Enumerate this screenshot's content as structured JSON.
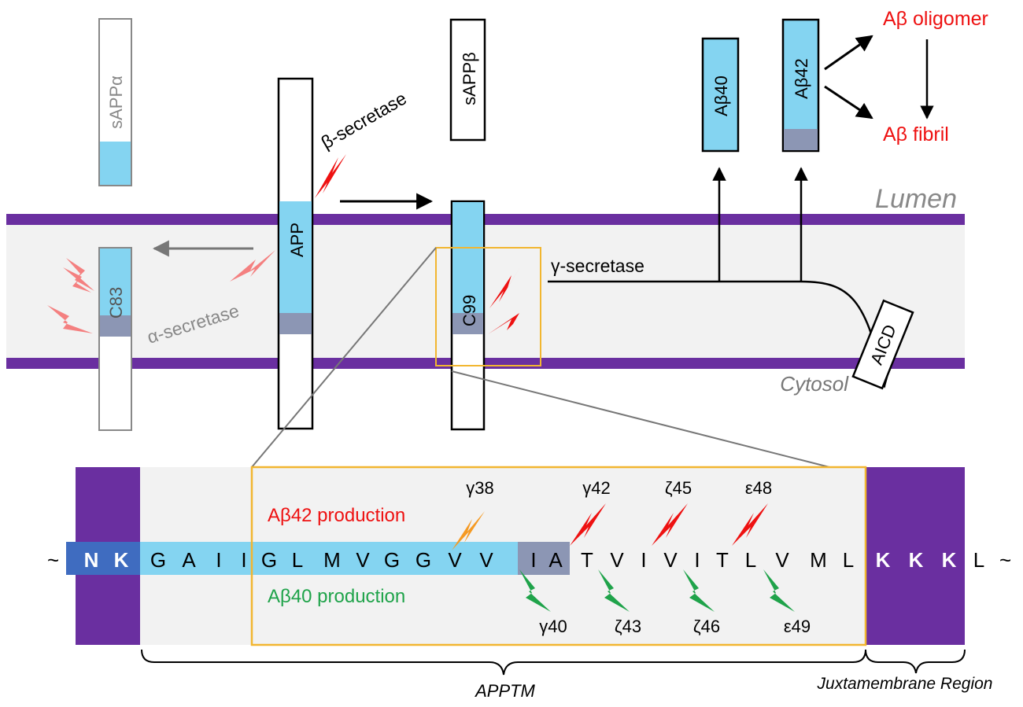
{
  "colors": {
    "membrane": "#6a2fa0",
    "membrane_band": "#f2f2f2",
    "abeta_blue": "#84d4f1",
    "tm_dark": "#8c96b4",
    "nk_dark": "#3f6cc0",
    "red": "#ee1111",
    "pink": "#f48080",
    "orange": "#f59a23",
    "green": "#1fa34a",
    "frame": "#f2b630",
    "gray": "#888888"
  },
  "labels": {
    "lumen": "Lumen",
    "cytosol": "Cytosol",
    "sappa": "sAPPα",
    "sappb": "sAPPβ",
    "app": "APP",
    "c83": "C83",
    "c99": "C99",
    "ab40": "Aβ40",
    "ab42": "Aβ42",
    "aicd": "AICD",
    "beta_secretase": "β-secretase",
    "alpha_secretase": "α-secretase",
    "gamma_secretase": "γ-secretase",
    "ab_oligomer": "Aβ oligomer",
    "ab_fibril": "Aβ fibril",
    "ab42_production": "Aβ42 production",
    "ab40_production": "Aβ40 production",
    "apptm": "APPTM",
    "juxtamembrane": "Juxtamembrane Region"
  },
  "sequence": {
    "left_tilde": "~",
    "right_tilde": "~",
    "residues": [
      "N",
      "K",
      "G",
      "A",
      "I",
      "I",
      "G",
      "L",
      "M",
      "V",
      "G",
      "G",
      "V",
      "V",
      "I",
      "A",
      "T",
      "V",
      "I",
      "V",
      "I",
      "T",
      "L",
      "V",
      "M",
      "L",
      "K",
      "K",
      "K",
      "L"
    ]
  },
  "cleavage_sites": {
    "top": [
      "γ38",
      "γ42",
      "ζ45",
      "ε48"
    ],
    "bottom": [
      "γ40",
      "ζ43",
      "ζ46",
      "ε49"
    ]
  }
}
